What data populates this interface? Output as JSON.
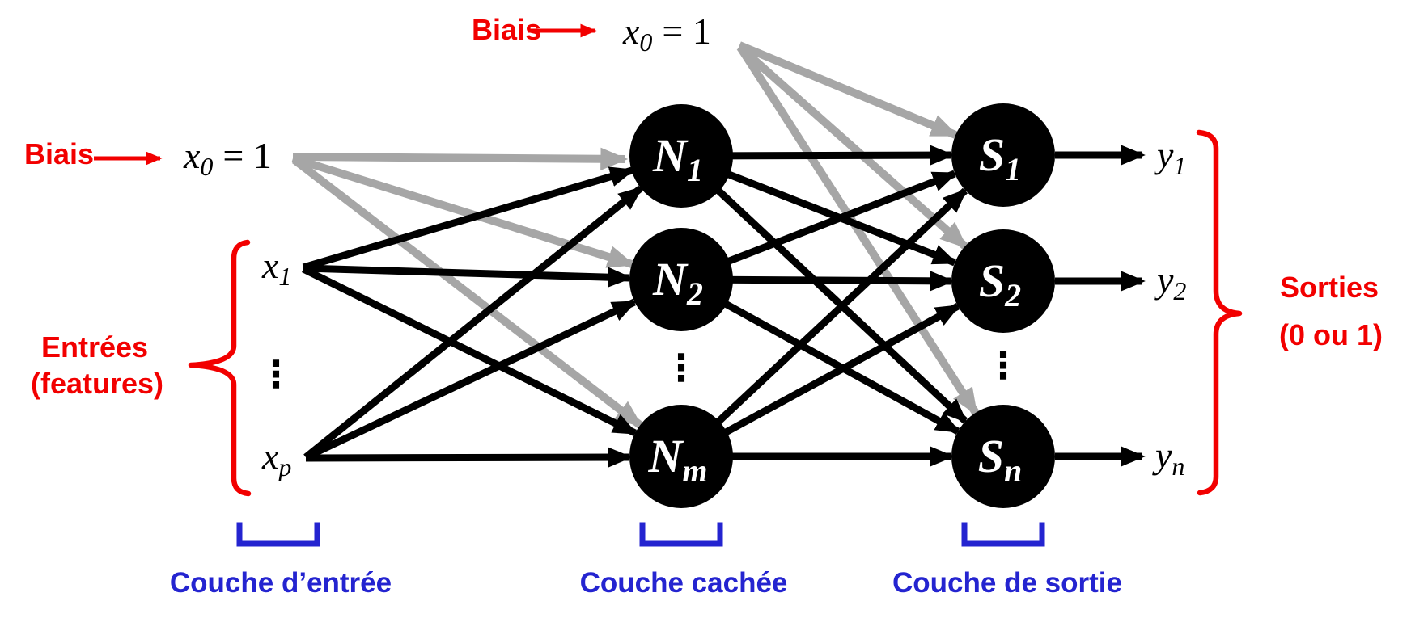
{
  "colors": {
    "red": "#f20000",
    "blue": "#2424d0",
    "gray": "#a6a6a6",
    "node": "#000000"
  },
  "bias_left": {
    "label": "Biais",
    "var": "x",
    "sub": "0",
    "eq": "= 1"
  },
  "bias_top": {
    "label": "Biais",
    "var": "x",
    "sub": "0",
    "eq": "= 1"
  },
  "inputs": [
    {
      "var": "x",
      "sub": "1"
    },
    {
      "var": "x",
      "sub": "p"
    }
  ],
  "hidden": [
    {
      "var": "N",
      "sub": "1"
    },
    {
      "var": "N",
      "sub": "2"
    },
    {
      "var": "N",
      "sub": "m"
    }
  ],
  "output_nodes": [
    {
      "var": "S",
      "sub": "1"
    },
    {
      "var": "S",
      "sub": "2"
    },
    {
      "var": "S",
      "sub": "n"
    }
  ],
  "outputs": [
    {
      "var": "y",
      "sub": "1"
    },
    {
      "var": "y",
      "sub": "2"
    },
    {
      "var": "y",
      "sub": "n"
    }
  ],
  "ellipsis": "⋮",
  "left_brace_label": {
    "line1": "Entrées",
    "line2": "(features)"
  },
  "right_brace_label": {
    "line1": "Sorties",
    "line2": "(0 ou 1)"
  },
  "layers": [
    {
      "label": "Couche d’entrée"
    },
    {
      "label": "Couche cachée"
    },
    {
      "label": "Couche de sortie"
    }
  ]
}
